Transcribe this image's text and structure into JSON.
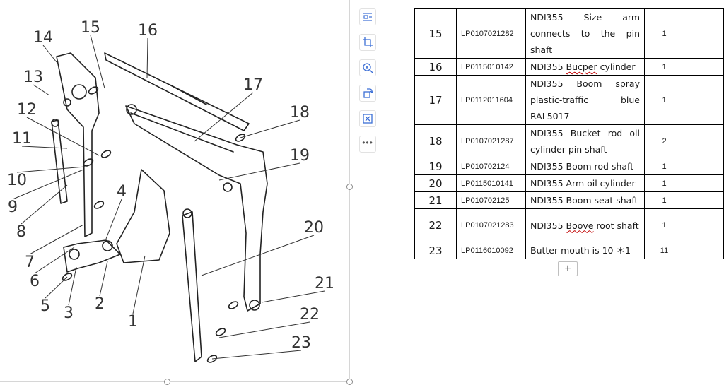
{
  "drawing": {
    "callouts": [
      "1",
      "2",
      "3",
      "4",
      "5",
      "6",
      "7",
      "8",
      "9",
      "10",
      "11",
      "12",
      "13",
      "14",
      "15",
      "16",
      "17",
      "18",
      "19",
      "20",
      "21",
      "22",
      "23"
    ]
  },
  "toolbar": {
    "icons": [
      "text-wrap-icon",
      "crop-icon",
      "zoom-in-icon",
      "rotate-icon",
      "compress-icon",
      "more-icon"
    ],
    "more_label": "•••"
  },
  "table": {
    "rows": [
      {
        "num": "15",
        "code": "LP0107021282",
        "desc_parts": [
          {
            "text": "NDI355 Size arm connects to the pin shaft"
          }
        ],
        "qty": "1"
      },
      {
        "num": "16",
        "code": "LP0115010142",
        "desc_parts": [
          {
            "text": "NDI355 "
          },
          {
            "text": "Bucper",
            "squiggle": true
          },
          {
            "text": " cylinder"
          }
        ],
        "qty": "1"
      },
      {
        "num": "17",
        "code": "LP0112011604",
        "desc_parts": [
          {
            "text": "NDI355 Boom spray plastic-traffic blue RAL5017"
          }
        ],
        "qty": "1"
      },
      {
        "num": "18",
        "code": "LP0107021287",
        "desc_parts": [
          {
            "text": "NDI355 Bucket rod oil cylinder pin shaft"
          }
        ],
        "qty": "2"
      },
      {
        "num": "19",
        "code": "LP010702124",
        "desc_parts": [
          {
            "text": "NDI355 Boom rod shaft"
          }
        ],
        "qty": "1"
      },
      {
        "num": "20",
        "code": "LP0115010141",
        "desc_parts": [
          {
            "text": "NDI355 Arm oil cylinder"
          }
        ],
        "qty": "1"
      },
      {
        "num": "21",
        "code": "LP010702125",
        "desc_parts": [
          {
            "text": "NDI355 Boom seat shaft"
          }
        ],
        "qty": "1"
      },
      {
        "num": "22",
        "code": "LP0107021283",
        "desc_parts": [
          {
            "text": "NDI355 "
          },
          {
            "text": "Boove",
            "squiggle": true
          },
          {
            "text": " root shaft"
          }
        ],
        "qty": "1"
      },
      {
        "num": "23",
        "code": "LP0116010092",
        "desc_parts": [
          {
            "text": "Butter mouth is 10 ＊1"
          }
        ],
        "qty": "11"
      }
    ]
  },
  "add_row_label": "+"
}
